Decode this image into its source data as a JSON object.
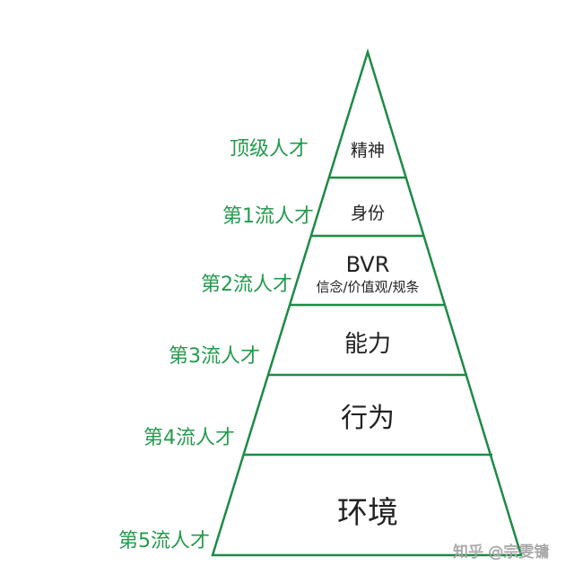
{
  "colors": {
    "line": "#1e8a45",
    "label": "#239a4c",
    "text": "#222222",
    "watermark": "#bbbbbb"
  },
  "levels": [
    {
      "label": "顶级人才",
      "content": "精神"
    },
    {
      "label": "第1流人才",
      "content": "身份"
    },
    {
      "label": "第2流人才",
      "content": "BVR",
      "sub": "信念/价值观/规条"
    },
    {
      "label": "第3流人才",
      "content": "能力"
    },
    {
      "label": "第4流人才",
      "content": "行为"
    },
    {
      "label": "第5流人才",
      "content": "环境"
    }
  ],
  "watermark": "知乎 @宗雯镛"
}
